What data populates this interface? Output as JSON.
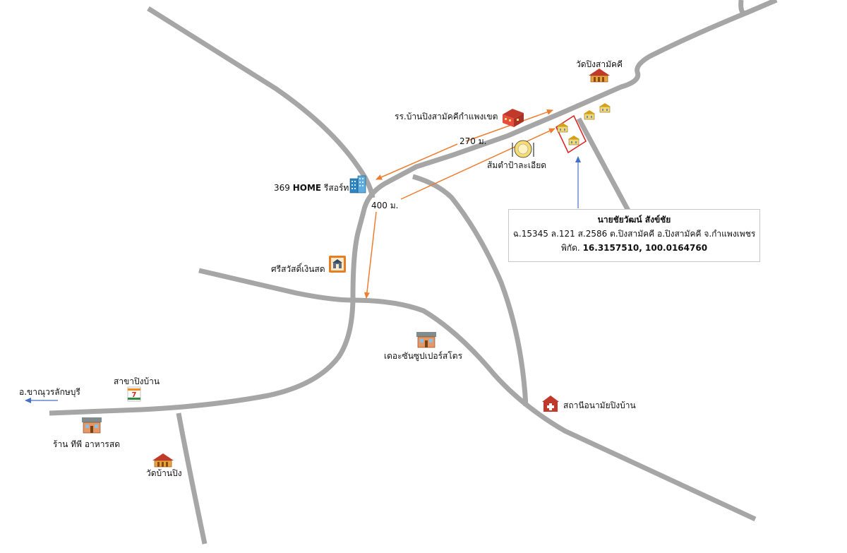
{
  "colors": {
    "road": "#a6a6a6",
    "distance_arrow": "#ed7d31",
    "pointer_arrow": "#4472c4",
    "direction_arrow": "#4472c4",
    "plot_outline": "#e02020",
    "clinic": "#c0392b",
    "seven_eleven_green": "#2e8b3d",
    "seven_eleven_orange": "#f28c1e",
    "seven_eleven_red": "#d7261e"
  },
  "labels": {
    "temple_top": "วัดปิงสามัคคี",
    "school": "รร.บ้านปิงสามัคคีกำแพงเขต",
    "distance_270": "270 ม.",
    "restaurant": "ส้มตำป้าละเอียด",
    "resort_prefix": "369 ",
    "resort_bold": "HOME",
    "resort_suffix": " รีสอร์ท",
    "distance_400": "400 ม.",
    "loan_shop": "ศรีสวัสดิ์เงินสด",
    "supermarket": "เดอะซันซูปเปอร์สโตร",
    "seven_branch": "สาขาปิงบ้าน",
    "to_district": "อ.ขาณุวรลักษบุรี",
    "tp_shop": "ร้าน ทีพี อาหารสด",
    "temple_bottom": "วัดบ้านปิง",
    "clinic": "สถานีอนามัยปิงบ้าน"
  },
  "info_box": {
    "owner": "นายชัยวัฒน์ สังข์ชัย",
    "deed": "ฉ.15345 ล.121 ส.2586 ต.ปิงสามัคคี อ.ปิงสามัคคี จ.กำแพงเพชร",
    "coord_label": "พิกัด.",
    "coord_value": "16.3157510, 100.0164760"
  },
  "icons": {
    "temple_top": "temple-icon",
    "school": "school-building-icon",
    "restaurant": "plate-cutlery-icon",
    "resort": "building-icon",
    "loan_shop": "shop-icon",
    "supermarket": "store-icon",
    "seven_eleven": "seven-eleven-icon",
    "tp_shop": "store-icon",
    "temple_bottom": "temple-icon",
    "clinic": "clinic-icon",
    "houses": "house-icon"
  }
}
